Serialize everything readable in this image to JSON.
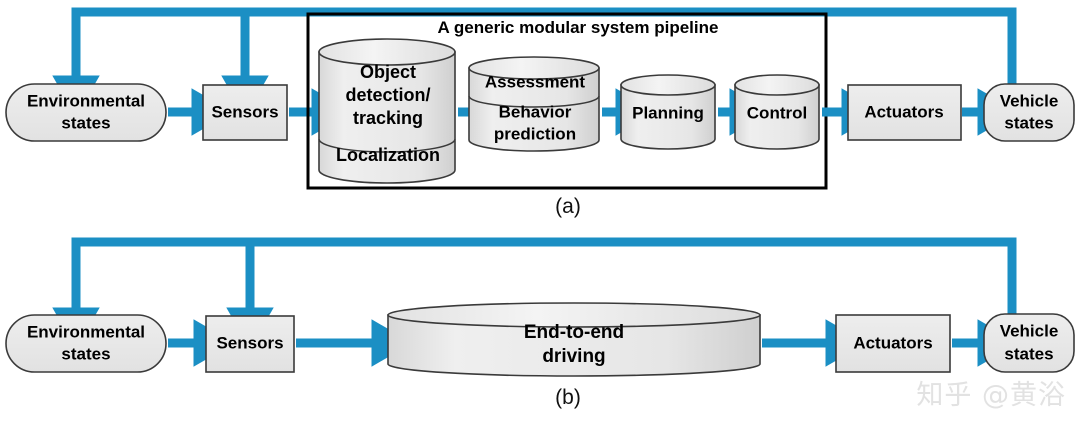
{
  "figure": {
    "caption_a": "(a)",
    "caption_b": "(b)",
    "watermark": "知乎 @黄浴",
    "accent_color": "#1b8fc4",
    "node_fill": "#e8e8e8",
    "node_stroke": "#3a3a3a",
    "frame_stroke": "#000000"
  },
  "panel_a": {
    "label": "(a)",
    "pipeline_title": "A generic modular system pipeline",
    "nodes": {
      "environmental_states": "Environmental\nstates",
      "environmental_states_line1": "Environmental",
      "environmental_states_line2": "states",
      "sensors": "Sensors",
      "object_detection_line1": "Object",
      "object_detection_line2": "detection/",
      "object_detection_line3": "tracking",
      "localization": "Localization",
      "assessment": "Assessment",
      "behavior_prediction_line1": "Behavior",
      "behavior_prediction_line2": "prediction",
      "planning": "Planning",
      "control": "Control",
      "actuators": "Actuators",
      "vehicle_states_line1": "Vehicle",
      "vehicle_states_line2": "states"
    }
  },
  "panel_b": {
    "label": "(b)",
    "nodes": {
      "environmental_states_line1": "Environmental",
      "environmental_states_line2": "states",
      "sensors": "Sensors",
      "end_to_end_line1": "End-to-end",
      "end_to_end_line2": "driving",
      "actuators": "Actuators",
      "vehicle_states_line1": "Vehicle",
      "vehicle_states_line2": "states"
    }
  }
}
